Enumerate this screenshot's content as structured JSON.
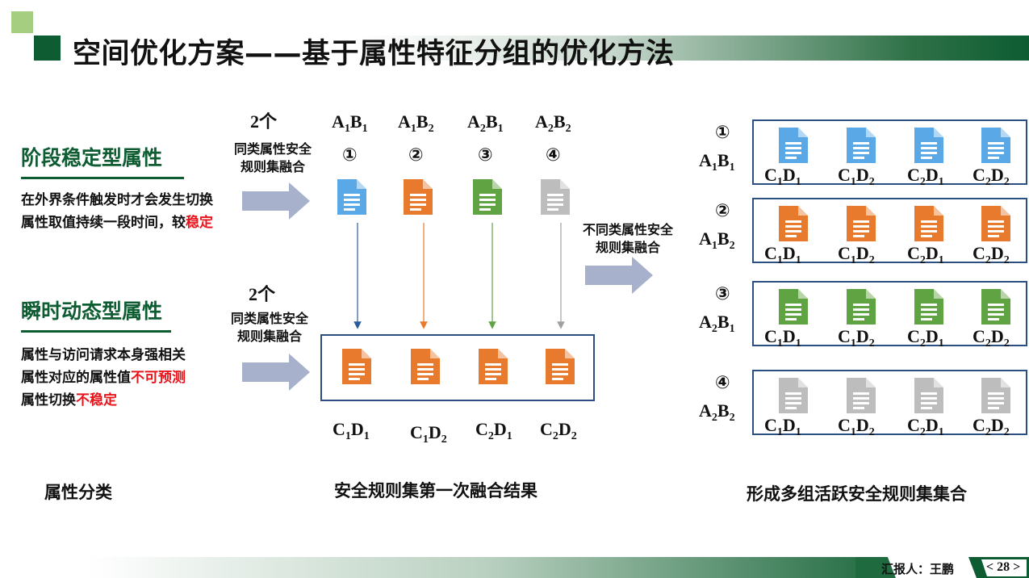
{
  "slide": {
    "title": "空间优化方案——基于属性特征分组的优化方法",
    "page_number": "< 28 >",
    "reporter": "汇报人：王鹏"
  },
  "left": {
    "stable": {
      "heading": "阶段稳定型属性",
      "line1": "在外界条件触发时才会发生切换",
      "line2_prefix": "属性取值持续一段时间，较",
      "line2_red": "稳定"
    },
    "dynamic": {
      "heading": "瞬时动态型属性",
      "line1": "属性与访问请求本身强相关",
      "line2_prefix": "属性对应的属性值",
      "line2_red": "不可预测",
      "line3_prefix": "属性切换",
      "line3_red": "不稳定"
    },
    "caption": "属性分类"
  },
  "middle": {
    "top_count": "2个",
    "top_merge": "同类属性安全\n规则集融合",
    "bottom_count": "2个",
    "bottom_merge": "同类属性安全\n规则集融合",
    "top_labels": [
      {
        "main1": "A",
        "sub1": "1",
        "main2": "B",
        "sub2": "1",
        "num": "①",
        "color": "#5aa9e6"
      },
      {
        "main1": "A",
        "sub1": "1",
        "main2": "B",
        "sub2": "2",
        "num": "②",
        "color": "#e87a2d"
      },
      {
        "main1": "A",
        "sub1": "2",
        "main2": "B",
        "sub2": "1",
        "num": "③",
        "color": "#5fa342"
      },
      {
        "main1": "A",
        "sub1": "2",
        "main2": "B",
        "sub2": "2",
        "num": "④",
        "color": "#bdbdbd"
      }
    ],
    "bottom_labels": [
      {
        "main1": "C",
        "sub1": "1",
        "main2": "D",
        "sub2": "1"
      },
      {
        "main1": "C",
        "sub1": "1",
        "main2": "D",
        "sub2": "2"
      },
      {
        "main1": "C",
        "sub1": "2",
        "main2": "D",
        "sub2": "1"
      },
      {
        "main1": "C",
        "sub1": "2",
        "main2": "D",
        "sub2": "2"
      }
    ],
    "bottom_doc_color": "#e87a2d",
    "caption": "安全规则集第一次融合结果"
  },
  "arrow_label": "不同类属性安全\n规则集融合",
  "right": {
    "rows": [
      {
        "num": "①",
        "m1": "A",
        "s1": "1",
        "m2": "B",
        "s2": "1",
        "color": "#5aa9e6"
      },
      {
        "num": "②",
        "m1": "A",
        "s1": "1",
        "m2": "B",
        "s2": "2",
        "color": "#e87a2d"
      },
      {
        "num": "③",
        "m1": "A",
        "s1": "2",
        "m2": "B",
        "s2": "1",
        "color": "#5fa342"
      },
      {
        "num": "④",
        "m1": "A",
        "s1": "2",
        "m2": "B",
        "s2": "2",
        "color": "#bdbdbd"
      }
    ],
    "doc_labels": [
      {
        "m1": "C",
        "s1": "1",
        "m2": "D",
        "s2": "1"
      },
      {
        "m1": "C",
        "s1": "1",
        "m2": "D",
        "s2": "2"
      },
      {
        "m1": "C",
        "s1": "2",
        "m2": "D",
        "s2": "1"
      },
      {
        "m1": "C",
        "s1": "2",
        "m2": "D",
        "s2": "2"
      }
    ],
    "caption": "形成多组活跃安全规则集集合"
  },
  "colors": {
    "brand_green": "#0d5c32",
    "light_green": "#a6ce81",
    "arrow_gray": "#a7b1cc",
    "box_border": "#2b4f80",
    "red": "#e8141c"
  },
  "icons": {
    "document": "document-icon",
    "arrow": "arrow-right-icon"
  }
}
